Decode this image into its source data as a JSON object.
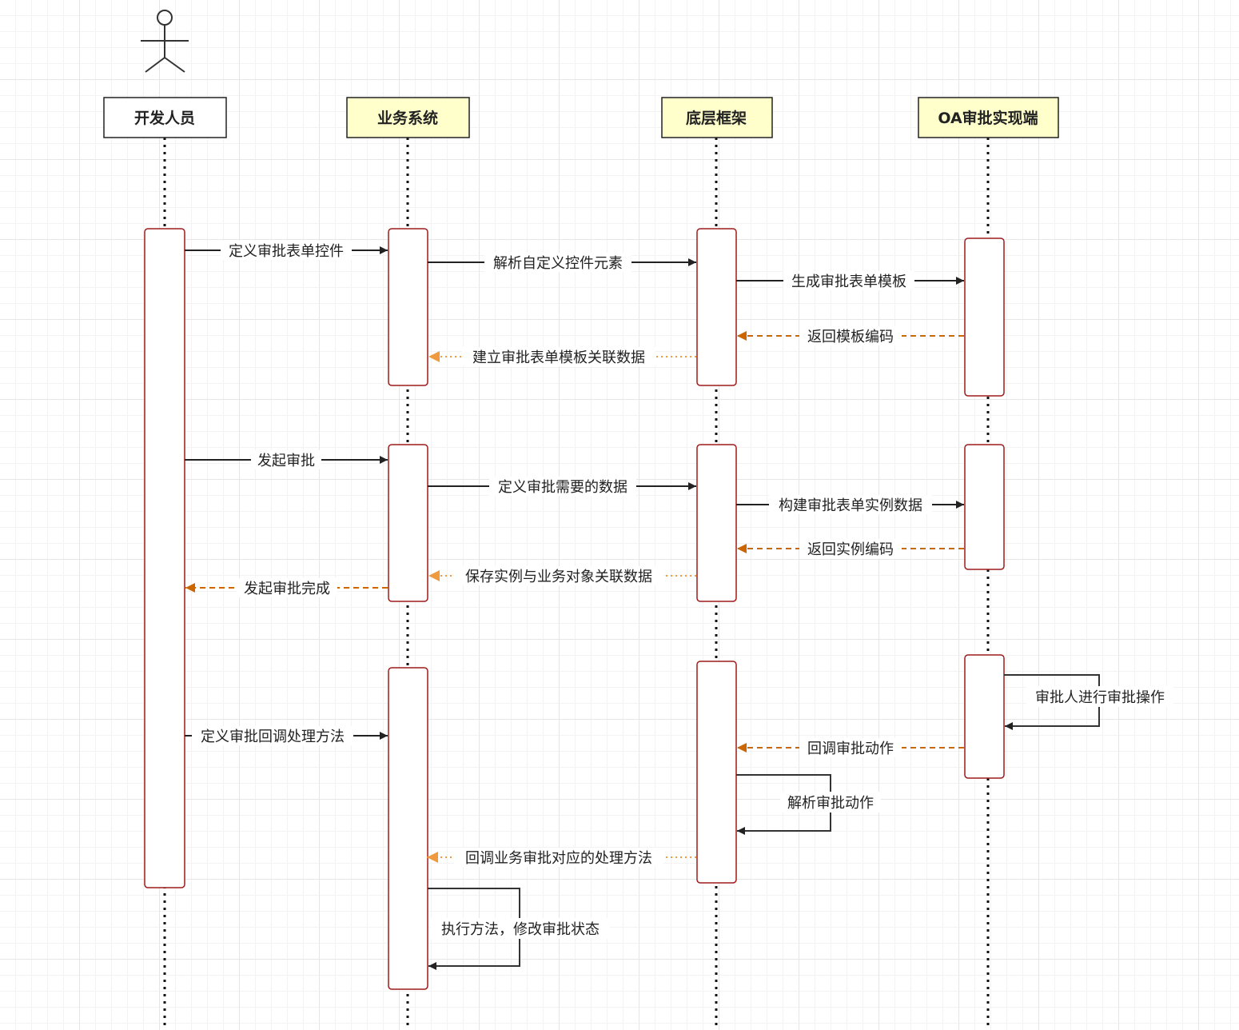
{
  "colors": {
    "activation_border": "#9e1c1c",
    "header_plain_fill": "#ffffff",
    "header_highlight_fill": "#ffffcc",
    "sync_arrow": "#222222",
    "return_arrow": "#cc6600",
    "async_return_arrow": "#f09a40"
  },
  "participants": [
    {
      "id": "dev",
      "label": "开发人员",
      "actor": true
    },
    {
      "id": "biz",
      "label": "业务系统",
      "actor": false
    },
    {
      "id": "fw",
      "label": "底层框架",
      "actor": false
    },
    {
      "id": "oa",
      "label": "OA审批实现端",
      "actor": false
    }
  ],
  "messages": [
    {
      "label": "定义审批表单控件",
      "from": "dev",
      "to": "biz",
      "kind": "sync"
    },
    {
      "label": "解析自定义控件元素",
      "from": "biz",
      "to": "fw",
      "kind": "sync"
    },
    {
      "label": "生成审批表单模板",
      "from": "fw",
      "to": "oa",
      "kind": "sync"
    },
    {
      "label": "返回模板编码",
      "from": "oa",
      "to": "fw",
      "kind": "return"
    },
    {
      "label": "建立审批表单模板关联数据",
      "from": "fw",
      "to": "biz",
      "kind": "async_return"
    },
    {
      "label": "发起审批",
      "from": "dev",
      "to": "biz",
      "kind": "sync"
    },
    {
      "label": "定义审批需要的数据",
      "from": "biz",
      "to": "fw",
      "kind": "sync"
    },
    {
      "label": "构建审批表单实例数据",
      "from": "fw",
      "to": "oa",
      "kind": "sync"
    },
    {
      "label": "返回实例编码",
      "from": "oa",
      "to": "fw",
      "kind": "return"
    },
    {
      "label": "保存实例与业务对象关联数据",
      "from": "fw",
      "to": "biz",
      "kind": "async_return"
    },
    {
      "label": "发起审批完成",
      "from": "biz",
      "to": "dev",
      "kind": "return"
    },
    {
      "label": "审批人进行审批操作",
      "from": "oa",
      "to": "oa",
      "kind": "self"
    },
    {
      "label": "定义审批回调处理方法",
      "from": "dev",
      "to": "biz",
      "kind": "sync"
    },
    {
      "label": "回调审批动作",
      "from": "oa",
      "to": "fw",
      "kind": "return"
    },
    {
      "label": "解析审批动作",
      "from": "fw",
      "to": "fw",
      "kind": "self"
    },
    {
      "label": "回调业务审批对应的处理方法",
      "from": "fw",
      "to": "biz",
      "kind": "async_return"
    },
    {
      "label": "执行方法，修改审批状态",
      "from": "biz",
      "to": "biz",
      "kind": "self"
    }
  ]
}
